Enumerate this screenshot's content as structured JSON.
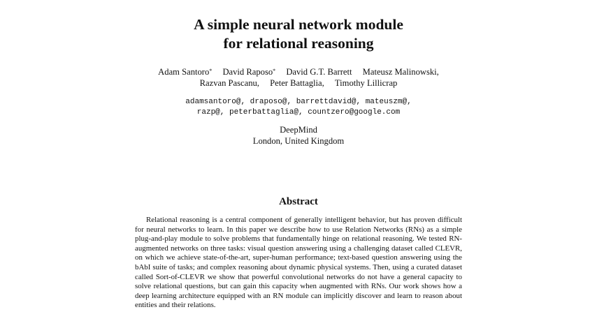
{
  "paper": {
    "title_lines": [
      "A simple neural network module",
      "for relational reasoning"
    ],
    "authors_line1": [
      {
        "name": "Adam Santoro",
        "mark": "*"
      },
      {
        "name": "David Raposo",
        "mark": "*"
      },
      {
        "name": "David G.T. Barrett",
        "mark": ""
      },
      {
        "name": "Mateusz Malinowski,",
        "mark": ""
      }
    ],
    "authors_line2": [
      "Razvan Pascanu,",
      "Peter Battaglia,",
      "Timothy Lillicrap"
    ],
    "email_lines": [
      "adamsantoro@, draposo@, barrettdavid@, mateuszm@,",
      "razp@, peterbattaglia@, countzero@google.com"
    ],
    "affiliation_lines": [
      "DeepMind",
      "London, United Kingdom"
    ],
    "abstract_heading": "Abstract",
    "abstract_text": "Relational reasoning is a central component of generally intelligent behavior, but has proven difficult for neural networks to learn. In this paper we describe how to use Relation Networks (RNs) as a simple plug-and-play module to solve problems that fundamentally hinge on relational reasoning. We tested RN-augmented networks on three tasks: visual question answering using a challenging dataset called CLEVR, on which we achieve state-of-the-art, super-human performance; text-based question answering using the bAbI suite of tasks; and complex reasoning about dynamic physical systems. Then, using a curated dataset called Sort-of-CLEVR we show that powerful convolutional networks do not have a general capacity to solve relational questions, but can gain this capacity when augmented with RNs. Our work shows how a deep learning architecture equipped with an RN module can implicitly discover and learn to reason about entities and their relations."
  }
}
